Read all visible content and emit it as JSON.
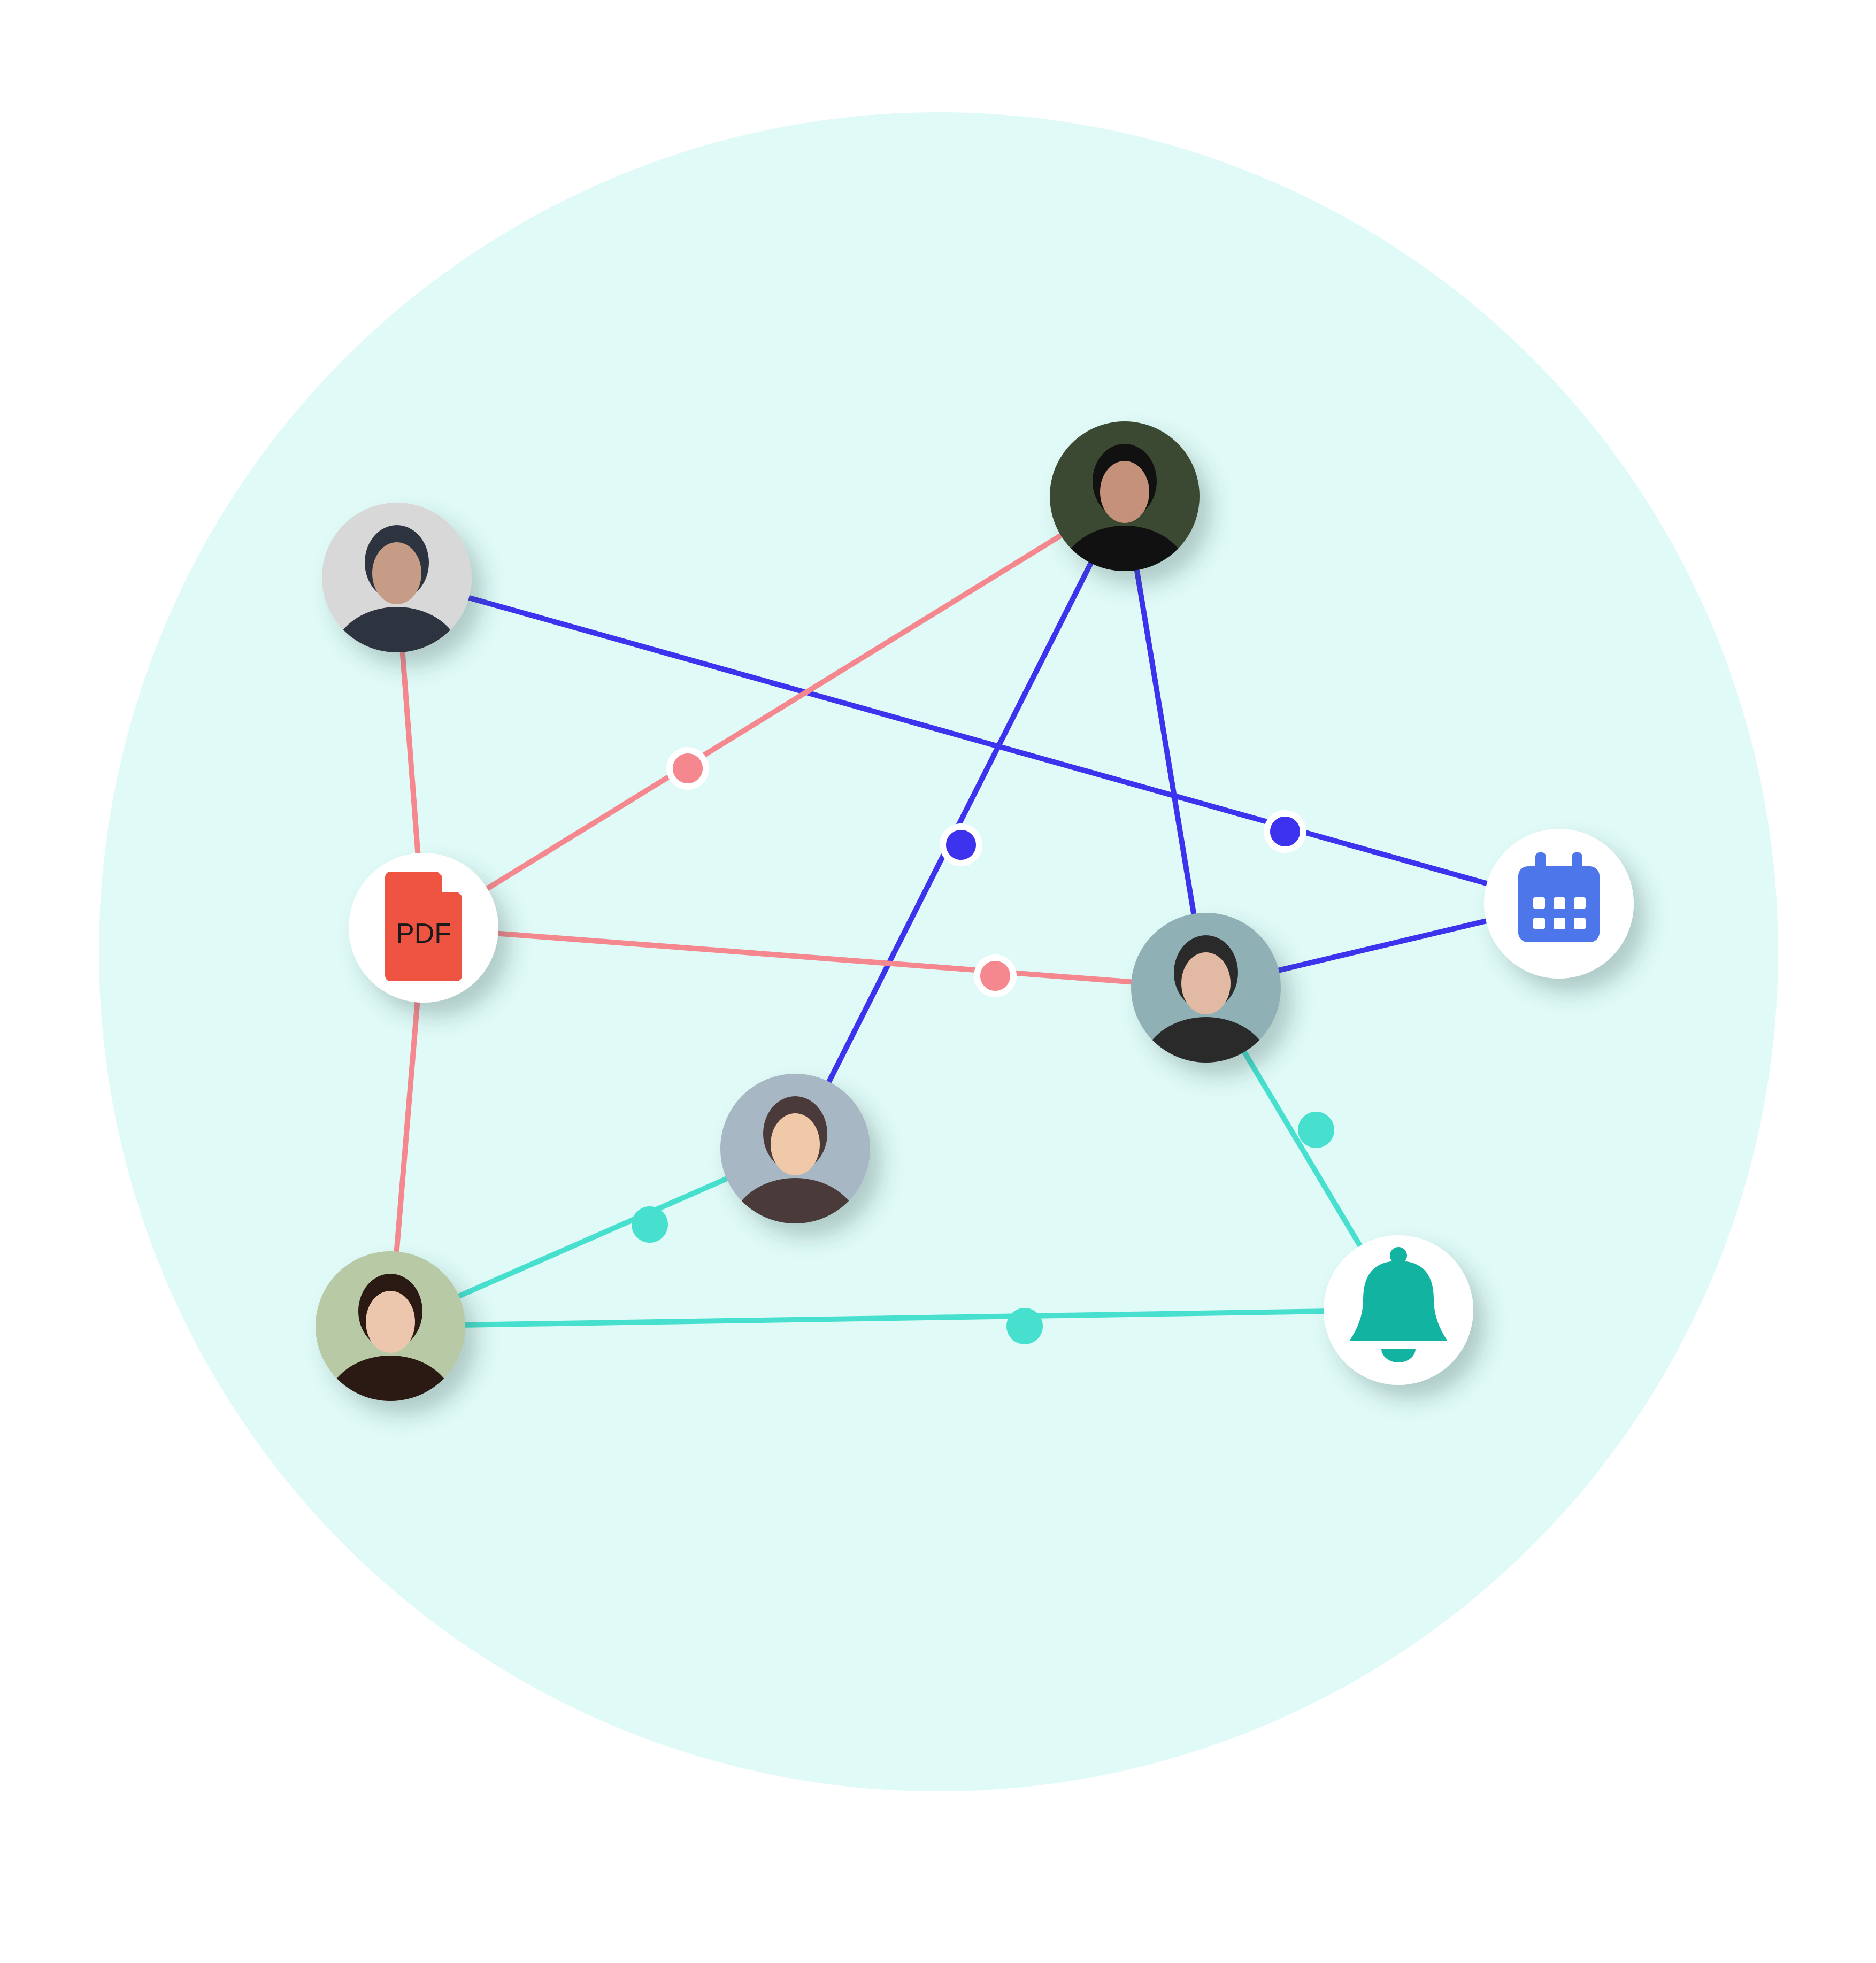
{
  "colors": {
    "background": "#ffffff",
    "circle_bg": "#e0faf7",
    "pink": "#f5888f",
    "blue": "#3d33ee",
    "teal": "#47e0cf",
    "node_bg": "#ffffff",
    "pdf_red": "#ef5342",
    "pdf_text": "#1a1a1a",
    "calendar_blue": "#4d76ea",
    "bell_teal": "#13b3a1"
  },
  "pdf_node": {
    "icon": "pdf-file-icon",
    "label": "PDF"
  },
  "nodes": [
    {
      "id": "bald-man",
      "kind": "avatar",
      "icon": "avatar-bald-man",
      "palette": [
        "#d8d8d8",
        "#2d3440",
        "#c79c86"
      ]
    },
    {
      "id": "bearded-man",
      "kind": "avatar",
      "icon": "avatar-bearded-man",
      "palette": [
        "#3b4a32",
        "#111111",
        "#c6917a"
      ]
    },
    {
      "id": "pdf",
      "kind": "icon",
      "icon": "pdf-file-icon"
    },
    {
      "id": "calendar",
      "kind": "icon",
      "icon": "calendar-icon"
    },
    {
      "id": "glasses-woman",
      "kind": "avatar",
      "icon": "avatar-woman-with-glasses",
      "palette": [
        "#8fb0b4",
        "#2a2a2a",
        "#e2b9a2"
      ]
    },
    {
      "id": "beanie-woman",
      "kind": "avatar",
      "icon": "avatar-woman-in-beanie",
      "palette": [
        "#a8b7c4",
        "#4b3a3a",
        "#f0c9a8"
      ]
    },
    {
      "id": "smiling-woman",
      "kind": "avatar",
      "icon": "avatar-smiling-woman",
      "palette": [
        "#b8c9a6",
        "#2b1a14",
        "#edc7ad"
      ]
    },
    {
      "id": "bell",
      "kind": "icon",
      "icon": "bell-icon"
    }
  ],
  "edges": [
    {
      "from": "bald-man",
      "to": "calendar",
      "color": "blue",
      "dot": true
    },
    {
      "from": "bearded-man",
      "to": "beanie-woman",
      "color": "blue",
      "dot": true
    },
    {
      "from": "bearded-man",
      "to": "glasses-woman",
      "color": "blue",
      "dot": false
    },
    {
      "from": "glasses-woman",
      "to": "calendar",
      "color": "blue",
      "dot": false
    },
    {
      "from": "bald-man",
      "to": "pdf",
      "color": "pink",
      "dot": false
    },
    {
      "from": "bearded-man",
      "to": "pdf",
      "color": "pink",
      "dot": true
    },
    {
      "from": "pdf",
      "to": "glasses-woman",
      "color": "pink",
      "dot": true
    },
    {
      "from": "pdf",
      "to": "smiling-woman",
      "color": "pink",
      "dot": false
    },
    {
      "from": "smiling-woman",
      "to": "beanie-woman",
      "color": "teal",
      "dot": true
    },
    {
      "from": "smiling-woman",
      "to": "bell",
      "color": "teal",
      "dot": true
    },
    {
      "from": "glasses-woman",
      "to": "bell",
      "color": "teal",
      "dot": true
    }
  ]
}
